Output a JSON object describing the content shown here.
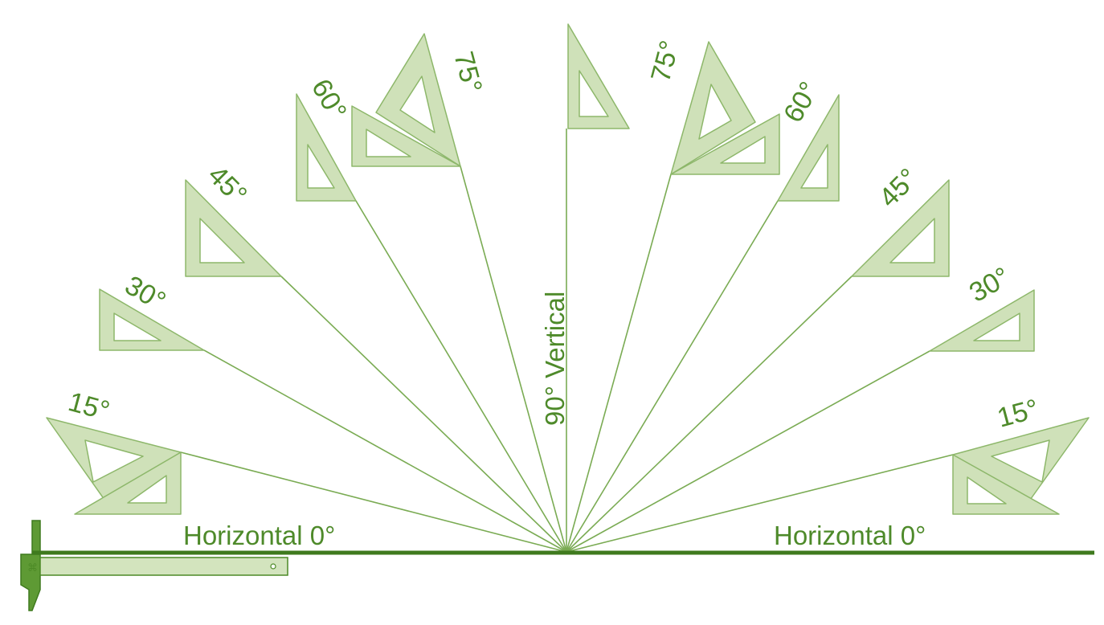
{
  "labels": {
    "vertical": "90° Vertical",
    "horizontal_left": "Horizontal 0°",
    "horizontal_right": "Horizontal 0°",
    "left_15": "15°",
    "left_30": "30°",
    "left_45": "45°",
    "left_60": "60°",
    "left_75": "75°",
    "right_75": "75°",
    "right_60": "60°",
    "right_45": "45°",
    "right_30": "30°",
    "right_15": "15°"
  },
  "colors": {
    "triangle_fill": "#cfe1b9",
    "line": "#7aab53",
    "text": "#4e8a2a",
    "tsquare": "#3f7a1e"
  },
  "angles_deg": [
    0,
    15,
    30,
    45,
    60,
    75,
    90,
    75,
    60,
    45,
    30,
    15,
    0
  ]
}
